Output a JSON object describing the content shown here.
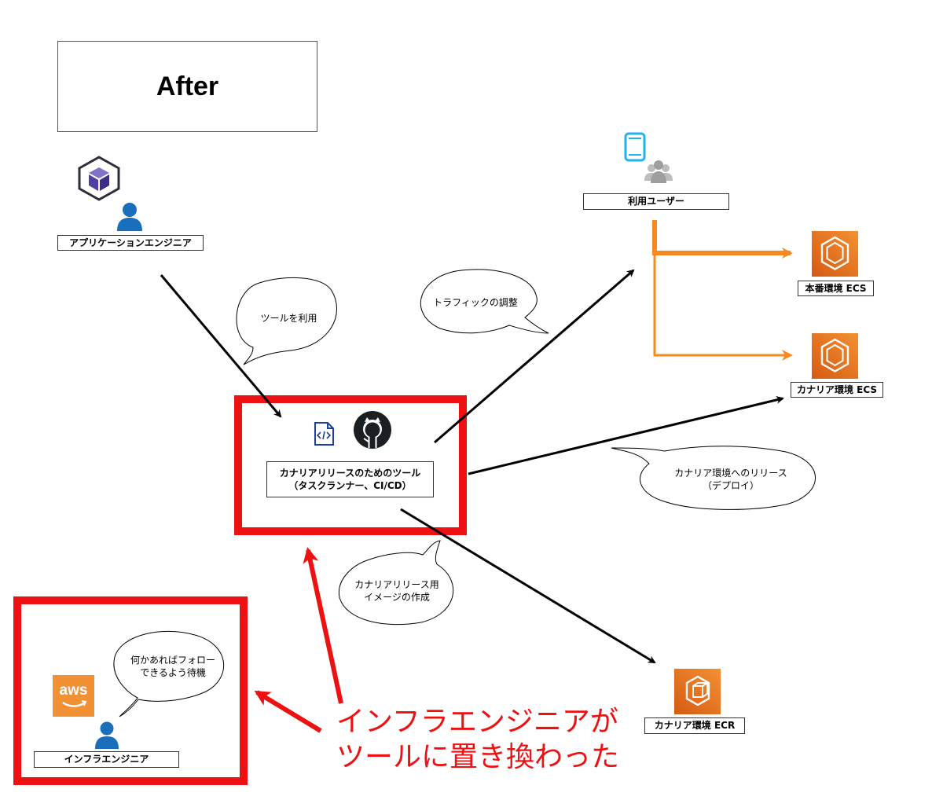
{
  "colors": {
    "highlight": "#ee1111",
    "orange": "#f7891e",
    "aws_orange_light": "#f29133",
    "aws_orange_dark": "#d65a12",
    "person_blue": "#1a6fbd",
    "line": "#000000"
  },
  "title": "After",
  "nodes": {
    "app_engineer": {
      "label": "アプリケーションエンジニア",
      "icons": [
        "cube-icon",
        "person-icon"
      ]
    },
    "users": {
      "label": "利用ユーザー",
      "icons": [
        "smartphone-icon",
        "users-group-icon"
      ]
    },
    "ecs_prod": {
      "label": "本番環境 ECS",
      "icon": "aws-ecs-icon"
    },
    "ecs_canary": {
      "label": "カナリア環境 ECS",
      "icon": "aws-ecs-icon"
    },
    "ecr_canary": {
      "label": "カナリア環境 ECR",
      "icon": "aws-ecr-icon"
    },
    "tool": {
      "label_line1": "カナリアリリースのためのツール",
      "label_line2": "（タスクランナー、CI/CD）",
      "icons": [
        "code-file-icon",
        "github-icon"
      ]
    },
    "infra_engineer": {
      "label": "インフラエンジニア",
      "icons": [
        "aws-logo-icon",
        "person-icon"
      ]
    }
  },
  "aws_logo_text": "aws",
  "bubbles": {
    "use_tool": "ツールを利用",
    "traffic": "トラフィックの調整",
    "release_line1": "カナリア環境へのリリース",
    "release_line2": "（デプロイ）",
    "image_line1": "カナリアリリース用",
    "image_line2": "イメージの作成",
    "follow_line1": "何かあればフォロー",
    "follow_line2": "できるよう待機"
  },
  "caption": {
    "line1": "インフラエンジニアが",
    "line2": "ツールに置き換わった"
  }
}
